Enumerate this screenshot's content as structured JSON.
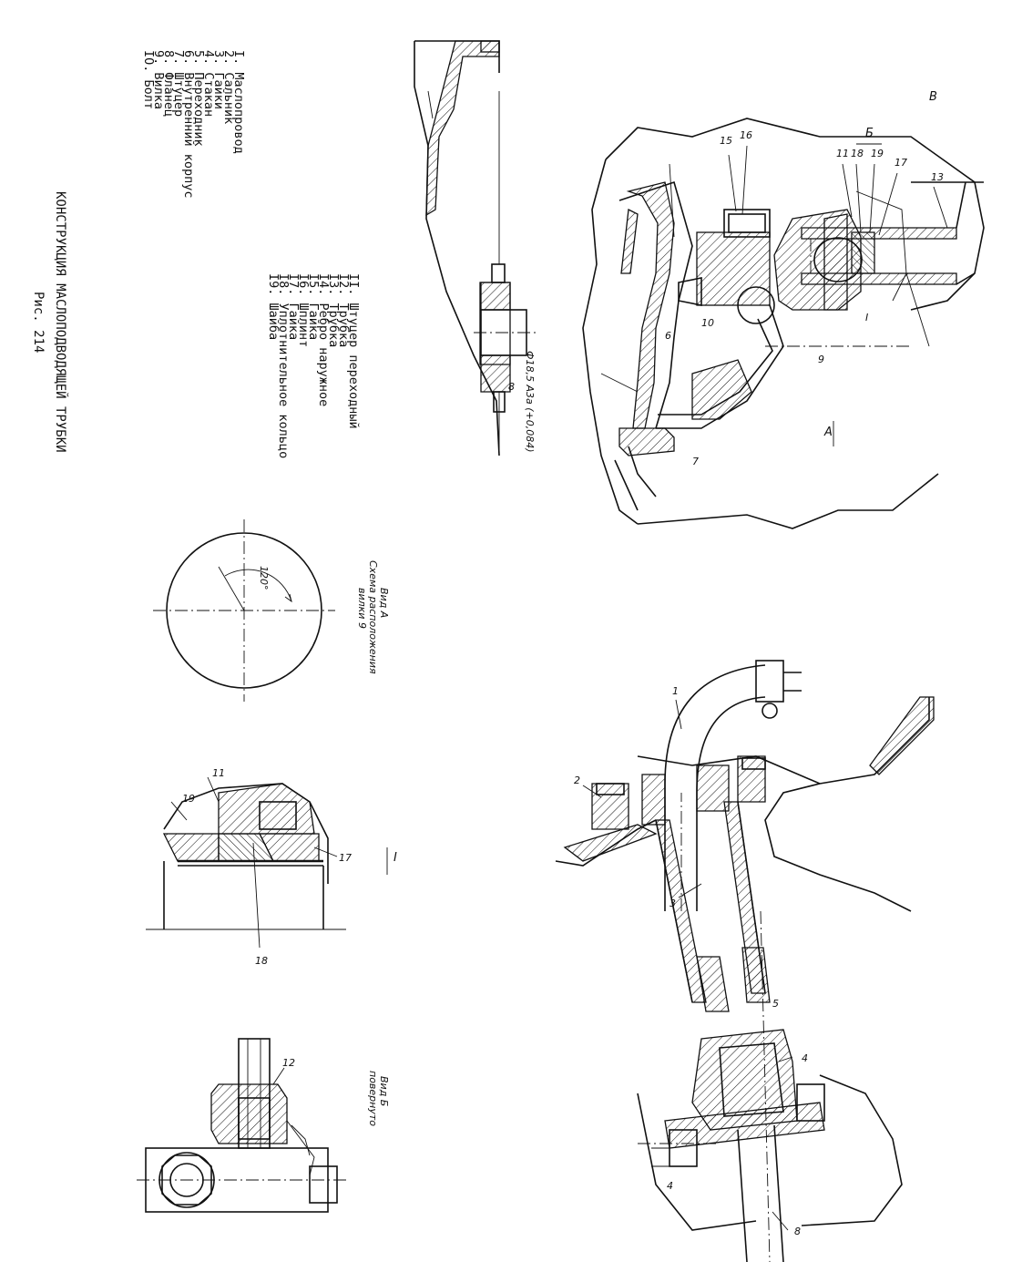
{
  "figure": {
    "title": "КОНСТРУКЦИЯ МАСЛОПОДВОДЯЩЕЙ ТРУБКИ",
    "number": "Рис. 214"
  },
  "legend": {
    "col1": [
      "I. Маслопровод",
      "2. Сальник",
      "3. Гайки",
      "4. Стакан",
      "5. Переходник",
      "6. Внутренний корпус",
      "7. Штуцер",
      "8. Фланец",
      "9. Вилка",
      "IO. Болт"
    ],
    "col2": [
      "II. Штуцер переходный",
      "I2. Трубка",
      "I3. Трубка",
      "I4. Ребро наружное",
      "I5. Гайка",
      "I6. Шплинт",
      "I7. Гайка",
      "I8. Уплотнительное кольцо",
      "I9. Шайба"
    ]
  },
  "views": {
    "view_a": {
      "title": "Вид А",
      "subtitle_1": "Схема расположения",
      "subtitle_2": "вилки 9",
      "angle": "120°"
    },
    "view_b": {
      "title": "Вид Б",
      "subtitle": "повернуто"
    },
    "detail_i": {
      "title": "I"
    }
  },
  "callouts": {
    "top": {
      "c13": "13",
      "c17": "17",
      "c19": "19",
      "c18": "18",
      "c11": "11",
      "c16": "16",
      "c15": "15",
      "cI": "I",
      "c10": "10",
      "c9": "9",
      "c6": "6",
      "c7": "7",
      "arrow_a": "А",
      "arrow_b": "Б",
      "letter_v": "В"
    },
    "dimension": {
      "diameter": "Ф18,5 А3а (+0,084)",
      "c8": "8"
    },
    "bottom": {
      "c1": "1",
      "c2": "2",
      "c3": "3",
      "c5": "5",
      "c4": "4",
      "c4b": "4",
      "c8": "8"
    },
    "detail": {
      "c11": "11",
      "c19": "19",
      "c17": "17",
      "c18": "18"
    },
    "view_b": {
      "c12": "12"
    }
  }
}
